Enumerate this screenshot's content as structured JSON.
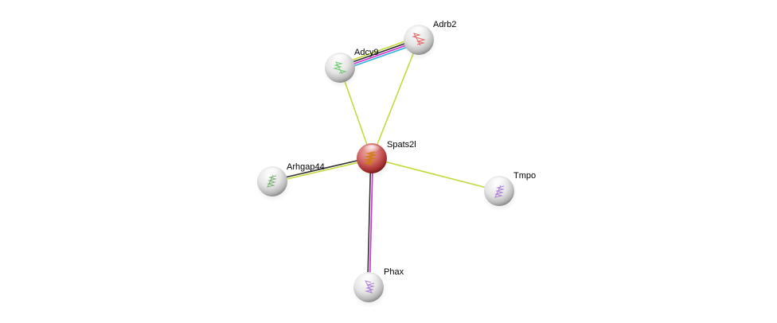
{
  "diagram": {
    "type": "protein-interaction-network",
    "nodes": [
      {
        "id": "Adrb2",
        "label": "Adrb2",
        "query": false,
        "structure_color": "#e05050"
      },
      {
        "id": "Adcy9",
        "label": "Adcy9",
        "query": false,
        "structure_color": "#5fc45f"
      },
      {
        "id": "Spats2l",
        "label": "Spats2l",
        "query": true,
        "structure_color": "#d07a10"
      },
      {
        "id": "Arhgap44",
        "label": "Arhgap44",
        "query": false,
        "structure_color": "#6aa860"
      },
      {
        "id": "Tmpo",
        "label": "Tmpo",
        "query": false,
        "structure_color": "#a070d0"
      },
      {
        "id": "Phax",
        "label": "Phax",
        "query": false,
        "structure_color": "#a070d0"
      }
    ],
    "edges": [
      {
        "source": "Adcy9",
        "target": "Adrb2",
        "evidence": [
          "textmining",
          "coexpression",
          "experiments",
          "databases"
        ]
      },
      {
        "source": "Adcy9",
        "target": "Spats2l",
        "evidence": [
          "textmining"
        ]
      },
      {
        "source": "Adrb2",
        "target": "Spats2l",
        "evidence": [
          "textmining"
        ]
      },
      {
        "source": "Arhgap44",
        "target": "Spats2l",
        "evidence": [
          "coexpression",
          "textmining"
        ]
      },
      {
        "source": "Spats2l",
        "target": "Tmpo",
        "evidence": [
          "textmining"
        ]
      },
      {
        "source": "Spats2l",
        "target": "Phax",
        "evidence": [
          "experiments",
          "coexpression"
        ]
      }
    ],
    "evidence_colors": {
      "textmining": "#c6d93b",
      "coexpression": "#333333",
      "experiments": "#d12fd1",
      "databases": "#2eb3de"
    }
  }
}
